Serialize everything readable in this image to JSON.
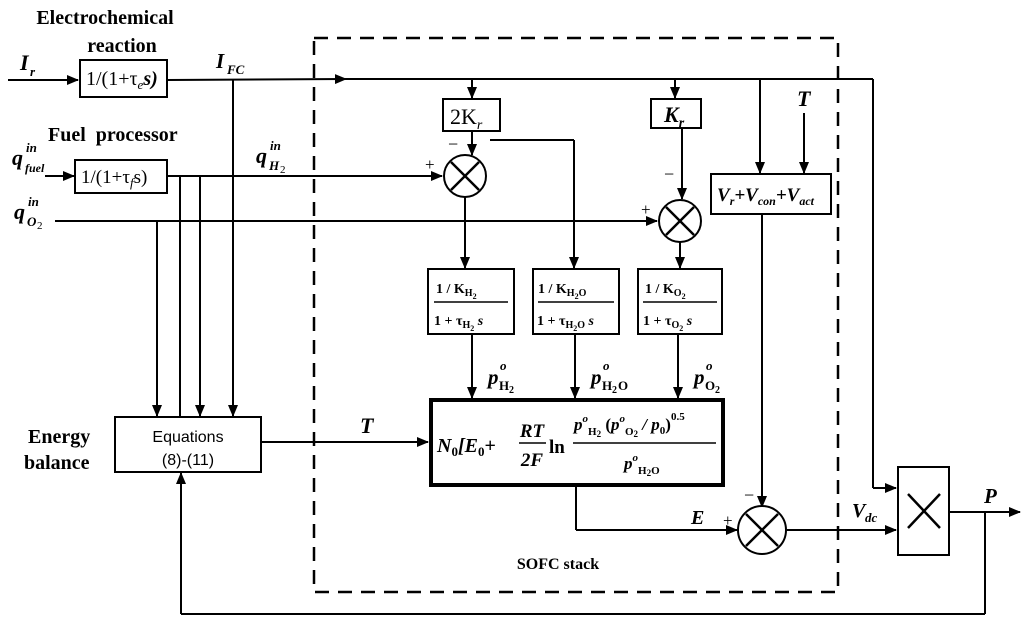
{
  "labels": {
    "electrochemical_title_1": "Electrochemical",
    "electrochemical_title_2": "reaction",
    "fuel_processor_title": "Fuel  processor",
    "energy_balance_1": "Energy",
    "energy_balance_2": "balance",
    "sofc_stack": "SOFC stack"
  },
  "blocks": {
    "electro_tf": "1/(1+τ",
    "electro_tf_sub": "e",
    "electro_tf_end": "s)",
    "fuel_tf": "1/(1+τ",
    "fuel_tf_sub": "f",
    "fuel_tf_end": "s)",
    "two_kr": "2K",
    "two_kr_sub": "r",
    "kr": "K",
    "kr_sub": "r",
    "v_losses": "V",
    "v_losses_r": "r",
    "v_losses_con": "+V",
    "v_losses_con_sub": "con",
    "v_losses_act": "+V",
    "v_losses_act_sub": "act",
    "equations_1": "Equations",
    "equations_2": "(8)-(11)",
    "tf_num": "1 / K",
    "tf_den": "1 + τ",
    "h2": "H",
    "h2_sub": "2",
    "h2o": "H",
    "h2o_sub2": "2",
    "h2o_o": "O",
    "o2": "O",
    "o2_sub": "2",
    "nernst_prefix": "N",
    "nernst_prefix_sub": "0",
    "nernst_e": "[E",
    "nernst_e_sub": "0",
    "nernst_plus": "+",
    "nernst_rt": "RT",
    "nernst_2f": "2F",
    "nernst_ln": "ln",
    "nernst_exp": "0.5",
    "nernst_p0": "/ p",
    "nernst_p0_sub": "0"
  },
  "signals": {
    "ir": "I",
    "ir_sub": "r",
    "ifc": "I",
    "ifc_sub": "FC",
    "q_fuel": "q",
    "q_fuel_sup": "in",
    "q_fuel_sub": "fuel",
    "q_h2": "q",
    "q_h2_sup": "in",
    "q_h2_sub": "H",
    "q_h2_sub2": "2",
    "q_o2": "q",
    "q_o2_sup": "in",
    "q_o2_sub": "O",
    "q_o2_sub2": "2",
    "t_top": "T",
    "t_mid": "T",
    "p_sym": "p",
    "p_sup": "o",
    "e": "E",
    "vdc": "V",
    "vdc_sub": "dc",
    "p_out": "P"
  },
  "signs": {
    "plus": "+",
    "minus": "−"
  }
}
